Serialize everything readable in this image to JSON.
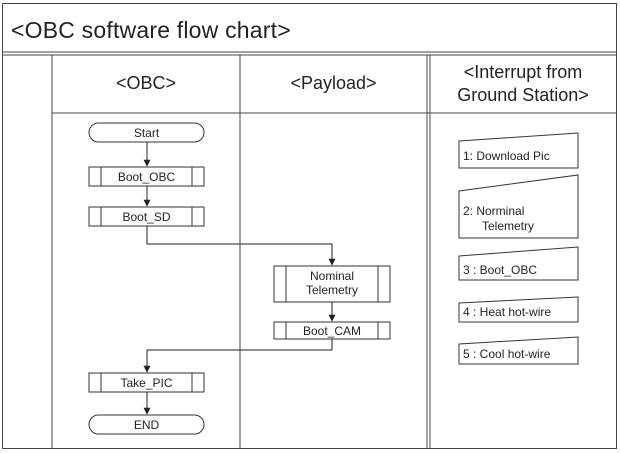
{
  "title": "<OBC software flow chart>",
  "columns": {
    "obc": "<OBC>",
    "payload": "<Payload>",
    "interrupt_line1": "<Interrupt from",
    "interrupt_line2": "Ground Station>"
  },
  "obc_nodes": {
    "start": "Start",
    "boot_obc": "Boot_OBC",
    "boot_sd": "Boot_SD",
    "take_pic": "Take_PIC",
    "end": "END"
  },
  "payload_nodes": {
    "nominal_line1": "Nominal",
    "nominal_line2": "Telemetry",
    "boot_cam": "Boot_CAM"
  },
  "interrupts": {
    "i1": "1: Download Pic",
    "i2_line1": "2: Norminal",
    "i2_line2": "Telemetry",
    "i3": "3 : Boot_OBC",
    "i4": "4 : Heat hot-wire",
    "i5": "5 : Cool hot-wire"
  }
}
